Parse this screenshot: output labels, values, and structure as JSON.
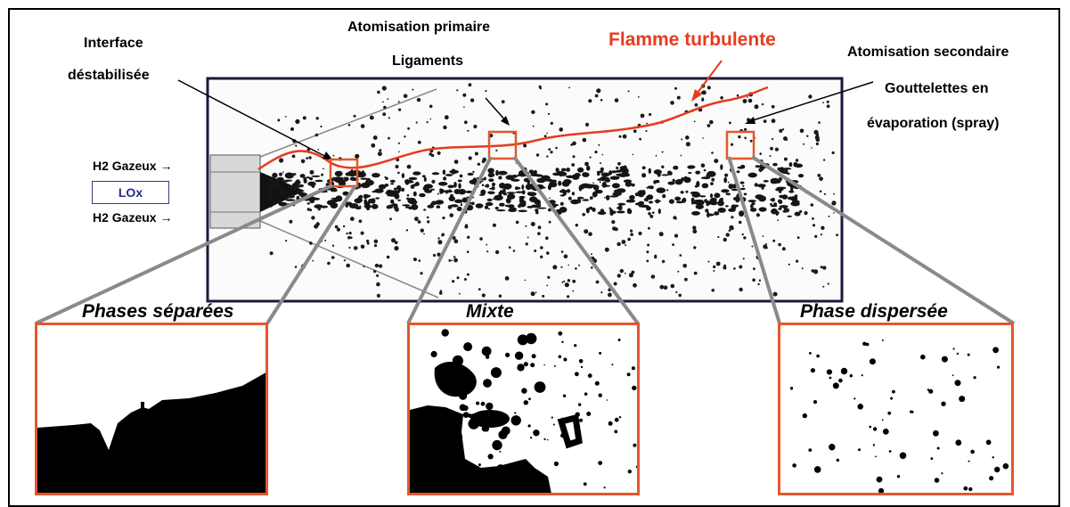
{
  "labels": {
    "interface_line1": "Interface",
    "interface_line2": "déstabilisée",
    "atomisation_primaire": "Atomisation primaire",
    "ligaments": "Ligaments",
    "flamme": "Flamme turbulente",
    "atomisation_secondaire": "Atomisation secondaire",
    "gouttelettes_line1": "Gouttelettes en",
    "gouttelettes_line2": "évaporation (spray)",
    "h2_top": "H2 Gazeux →",
    "lox": "LOx",
    "h2_bottom": "H2 Gazeux →"
  },
  "zooms": {
    "left_title": "Phases séparées",
    "middle_title": "Mixte",
    "right_title": "Phase dispersée"
  },
  "colors": {
    "flame": "#e63b1f",
    "zoom_border": "#e4562b",
    "lox_text": "#2a2a8a"
  }
}
